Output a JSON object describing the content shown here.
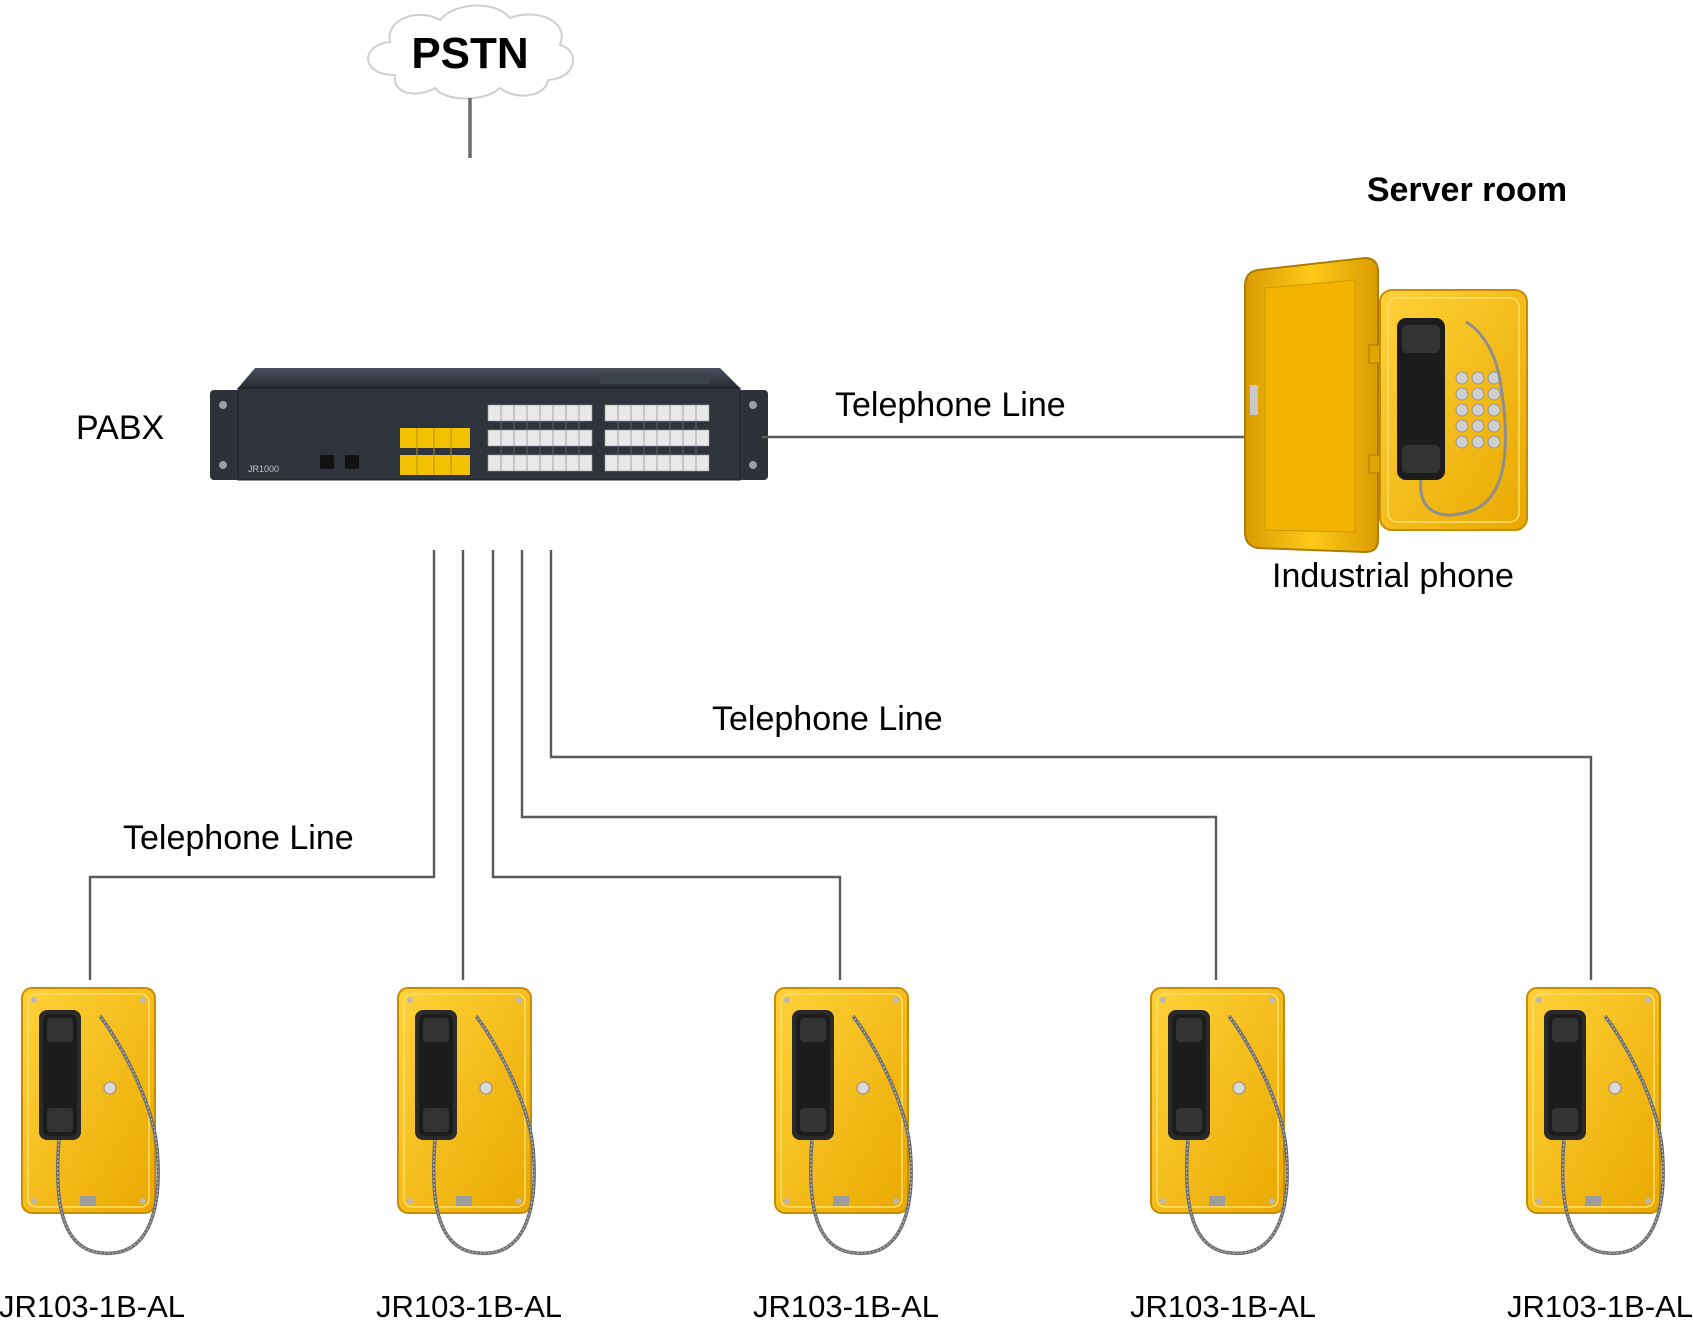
{
  "cloud": {
    "label": "PSTN"
  },
  "pabx": {
    "label": "PABX",
    "model_text": "JR1000",
    "colors": {
      "body": "#2b3038",
      "front": "#353b44",
      "accent_yellow": "#f2c200"
    }
  },
  "server_room": {
    "title": "Server room",
    "phone_label": "Industrial phone"
  },
  "lines": {
    "label_right": "Telephone Line",
    "label_middle": "Telephone Line",
    "label_left": "Telephone Line"
  },
  "phones": [
    {
      "label": "JR103-1B-AL"
    },
    {
      "label": "JR103-1B-AL"
    },
    {
      "label": "JR103-1B-AL"
    },
    {
      "label": "JR103-1B-AL"
    },
    {
      "label": "JR103-1B-AL"
    }
  ],
  "colors": {
    "phone_yellow": "#f5b800",
    "line": "#5a5a5a",
    "handset": "#1c1c1c"
  }
}
